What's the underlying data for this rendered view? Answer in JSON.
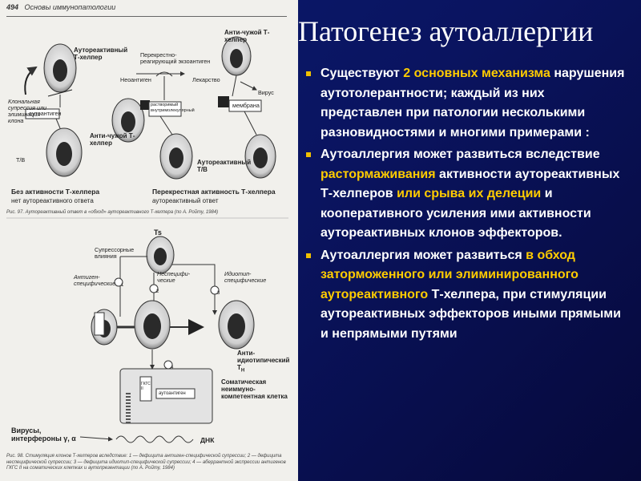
{
  "slide": {
    "title": "Патогенез аутоаллергии",
    "bullets": [
      {
        "parts": [
          {
            "text": "Существуют ",
            "hl": false
          },
          {
            "text": "2 основных механизма",
            "hl": true
          },
          {
            "text": " нарушения аутотолерантности",
            "hl": false
          },
          {
            "text": "; каждый из них представлен при патологии несколькими разновидностями и многими примерами :",
            "hl": false
          }
        ]
      },
      {
        "parts": [
          {
            "text": "Аутоаллергия может развиться вследствие ",
            "hl": false
          },
          {
            "text": "растормаживания",
            "hl": true
          },
          {
            "text": " активности аутореактивных Т-хелперов ",
            "hl": false
          },
          {
            "text": "или срыва их делеции",
            "hl": true
          },
          {
            "text": " и кооперативного усиления ими активности аутореактивных клонов эффекторов.",
            "hl": false
          }
        ]
      },
      {
        "parts": [
          {
            "text": "Аутоаллергия может развиться ",
            "hl": false
          },
          {
            "text": "в обход заторможенного или элиминированного аутореактивного",
            "hl": true
          },
          {
            "text": " Т-хелпера",
            "hl": false
          },
          {
            "text": ", при стимуляции аутореактивных эффекторов иными прямыми и непрямыми путями",
            "hl": false
          }
        ]
      }
    ]
  },
  "scan": {
    "page_number": "494",
    "running_head": "Основы иммунопатологии",
    "fig97": {
      "labels": {
        "autoreactive_th": "Аутореактивный Т-хелпер",
        "anti_foreign_th_top": "Анти-чужой Т-хелпер",
        "cross_reacting_exoantigen": "Перекрестно-реагирующий экзоантиген",
        "neoantigen": "Неоантиген",
        "drug": "Лекарство",
        "virus": "Вирус",
        "clonal_suppression": "Клональная супрессия или элиминация клона",
        "autoantigen": "аутоантиген",
        "soluble_intramolecular": "растворимый внутримолекулярный",
        "membrane": "мембрана",
        "anti_foreign_th_mid": "Анти-чужой Т-хелпер",
        "autoreactive_t_b": "Аутореактивный Т/В",
        "t_b_left": "Т/В",
        "without_th_title": "Без активности Т-хелпера",
        "without_th_sub": "нет аутореактивного ответа",
        "cross_title": "Перекрестная активность Т-хелпера",
        "cross_sub": "аутореактивный ответ"
      },
      "caption": "Рис. 97. Аутореактивный ответ в «обход» аутореактивного Т-хелпера (по А. Ройту, 1984)"
    },
    "fig98": {
      "labels": {
        "ts": "Ts",
        "suppressor_influences": "Супрессорные влияния",
        "antigen_specific": "Антиген-специфические",
        "nonspecific": "Неспецифи-ческие",
        "idiotype_specific": "Идиотип-специфические",
        "anti_idiotypic_th": "Анти-идиотипический T",
        "th_subscript": "H",
        "autoantigen": "аутоантиген",
        "gkgs": "ГКГС II",
        "somatic_cell": "Соматическая неиммуно-компетентная клетка",
        "viruses": "Вирусы, интерфероны γ, α",
        "dna": "ДНК",
        "num1": "1",
        "num2": "2",
        "num3": "3",
        "num4": "4"
      },
      "caption": "Рис. 98. Стимуляция клонов Т-хелперов вследствие: 1 — дефицита антиген-специфической супрессии; 2 — дефицита неспецифической супрессии; 3 — дефицита идиотип-специфической супрессии; 4 — аберрантной экспрессии антигенов ГКГС II на соматических клетках и аутопрезентации (по А. Ройту, 1984)"
    }
  },
  "colors": {
    "background_top": "#0b1a6e",
    "background_bottom": "#06093a",
    "title": "#ffffff",
    "text": "#ffffff",
    "highlight": "#ffcc00",
    "bullet": "#f0c000",
    "scan_paper": "#f1f0ec"
  }
}
